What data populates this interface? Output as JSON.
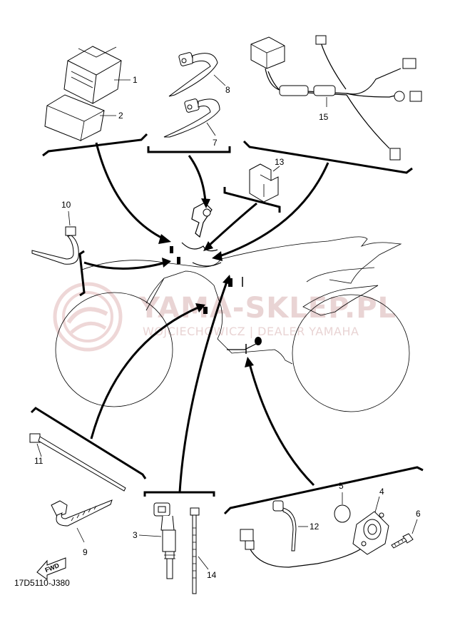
{
  "diagram": {
    "code": "17D5110-J380",
    "fwd_label": "FWD",
    "watermark": {
      "title": "YAMA-SKLEP.PL",
      "subtitle": "WOJCIECHOWICZ | DEALER YAMAHA",
      "color": "#e9d4d4"
    },
    "callouts": [
      "1",
      "2",
      "3",
      "4",
      "5",
      "6",
      "7",
      "8",
      "9",
      "10",
      "11",
      "12",
      "13",
      "14",
      "15"
    ]
  }
}
